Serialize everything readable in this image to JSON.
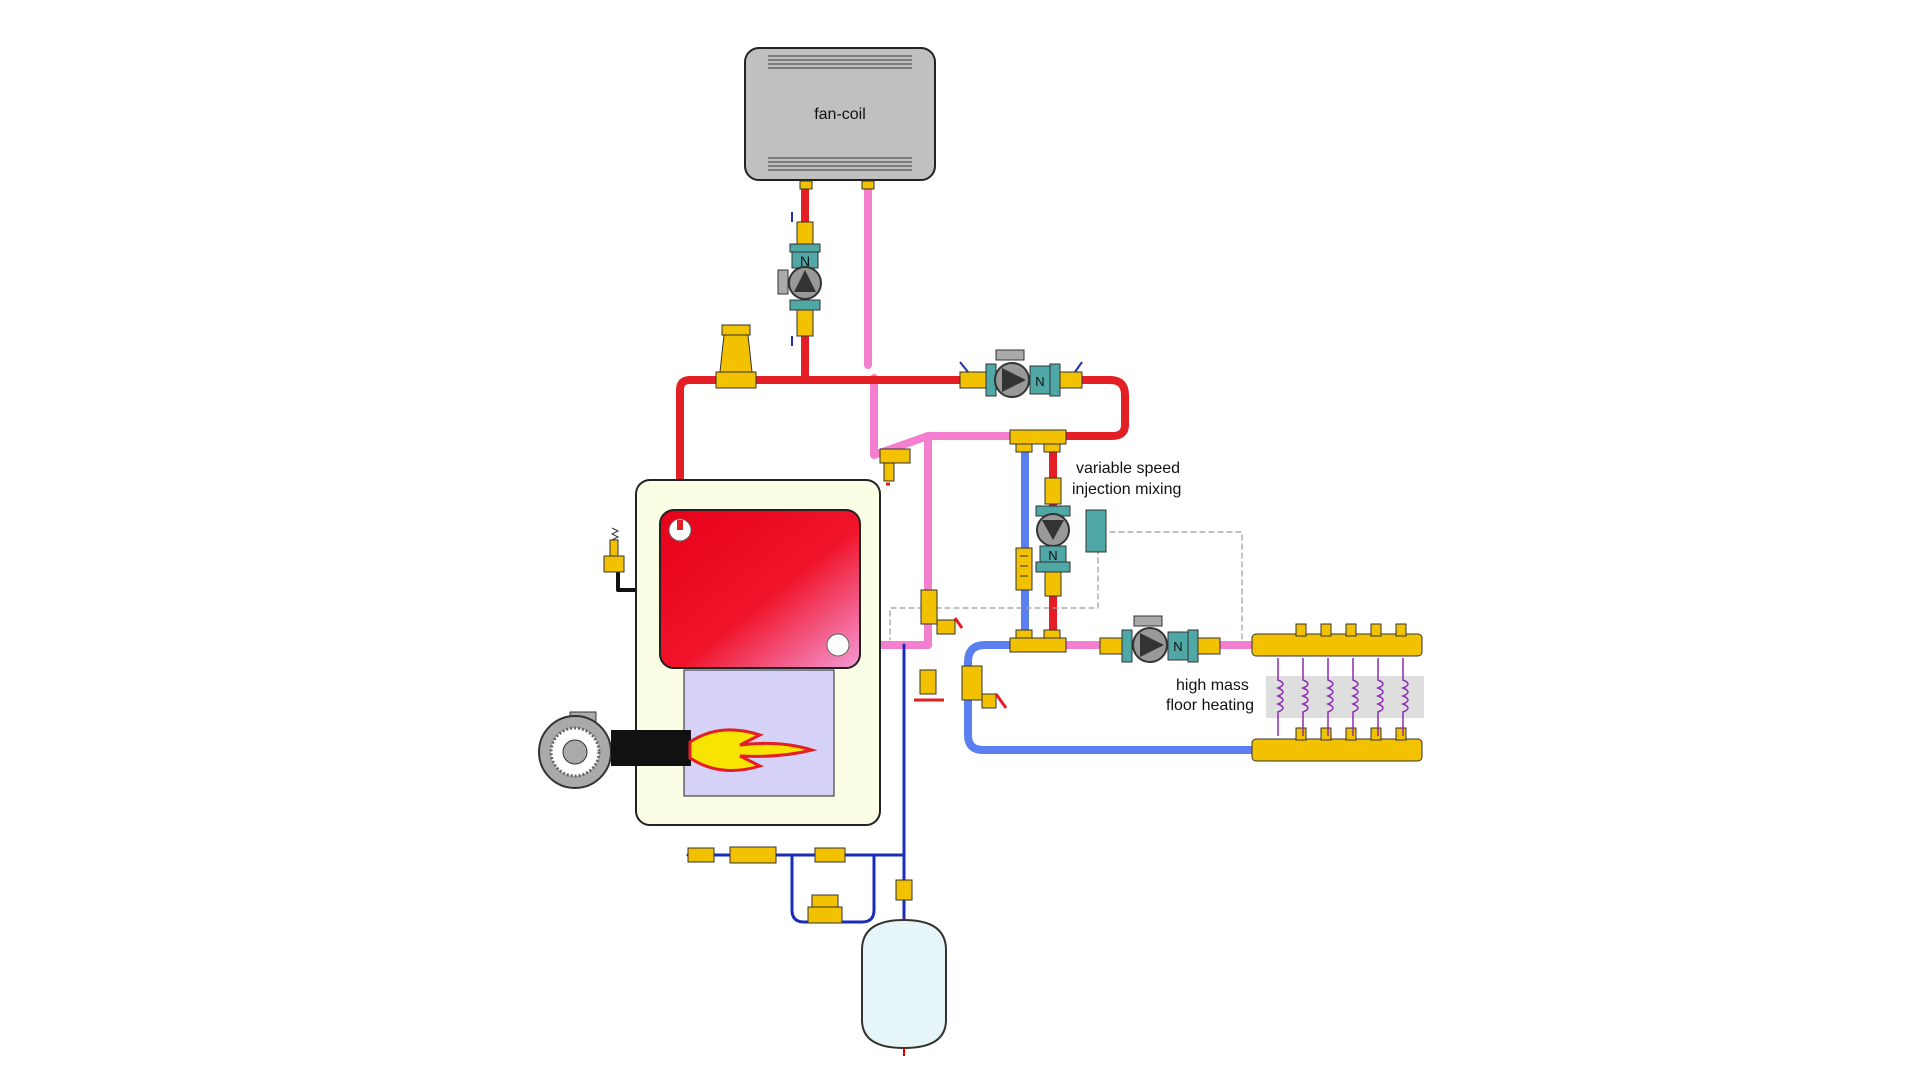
{
  "labels": {
    "fan_coil": "fan-coil",
    "injection_line1": "variable speed",
    "injection_line2": "injection mixing",
    "floor_line1": "high mass",
    "floor_line2": "floor heating"
  },
  "colors": {
    "supply_hot": "#e31e24",
    "return_warm": "#f47fcf",
    "cool_supply": "#5b7ff0",
    "cold_return": "#1a2db8",
    "brass": "#f2c200",
    "boiler_cabinet": "#fbfde4",
    "fan_coil_body": "#c0c0c0",
    "circulator": "#4fa8a6",
    "combustion_chamber": "#d6d2f7",
    "expansion_tank": "#e6f6f8"
  },
  "icons": [
    "fan-coil-unit",
    "circulator-pump-icon",
    "air-separator-icon",
    "boiler-icon",
    "burner-icon",
    "flame-icon",
    "pressure-relief-valve-icon",
    "ball-valve-icon",
    "purge-valve-icon",
    "pressure-reducing-valve-icon",
    "backflow-preventer-icon",
    "expansion-tank-icon",
    "manifold-icon",
    "floor-tubing-icon",
    "variable-speed-controller-icon"
  ]
}
